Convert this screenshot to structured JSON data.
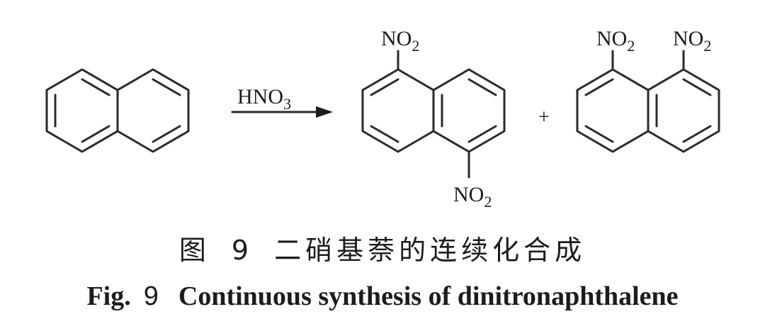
{
  "reaction": {
    "reagent_main": "HNO",
    "reagent_sub": "3",
    "plus": "+",
    "nitro_main": "NO",
    "nitro_sub": "2"
  },
  "caption_cn": {
    "prefix": "图",
    "number": "9",
    "text": "二硝基萘的连续化合成"
  },
  "caption_en": {
    "prefix": "Fig.",
    "number": "9",
    "text": "Continuous synthesis of dinitronaphthalene"
  }
}
